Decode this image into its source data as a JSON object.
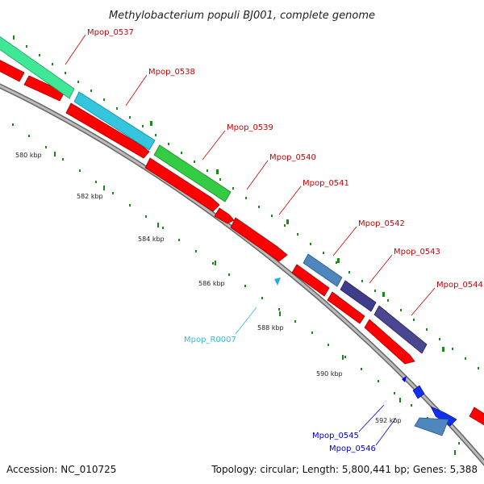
{
  "title": "Methylobacterium populi BJ001, complete genome",
  "footer": {
    "accession": "Accession: NC_010725",
    "summary": "Topology: circular; Length: 5,800,441 bp; Genes: 5,388"
  },
  "colors": {
    "forward_cds": "#ff0000",
    "backbone": "#888888",
    "tick": "#1a8a1a",
    "rna_label": "#33bbdd",
    "reverse_label": "#0000cc",
    "forward_label": "#cc0000"
  },
  "kbp_labels": [
    "580 kbp",
    "582 kbp",
    "584 kbp",
    "586 kbp",
    "588 kbp",
    "590 kbp",
    "592 kbp"
  ],
  "gene_labels": [
    {
      "text": "Mpop_0537",
      "color": "#cc0000"
    },
    {
      "text": "Mpop_0538",
      "color": "#cc0000"
    },
    {
      "text": "Mpop_0539",
      "color": "#cc0000"
    },
    {
      "text": "Mpop_0540",
      "color": "#cc0000"
    },
    {
      "text": "Mpop_0541",
      "color": "#cc0000"
    },
    {
      "text": "Mpop_0542",
      "color": "#cc0000"
    },
    {
      "text": "Mpop_0543",
      "color": "#cc0000"
    },
    {
      "text": "Mpop_0544",
      "color": "#cc0000"
    },
    {
      "text": "Mpop_R0007",
      "color": "#33bbdd"
    },
    {
      "text": "Mpop_0545",
      "color": "#0000cc"
    },
    {
      "text": "Mpop_0546",
      "color": "#0000cc"
    }
  ]
}
